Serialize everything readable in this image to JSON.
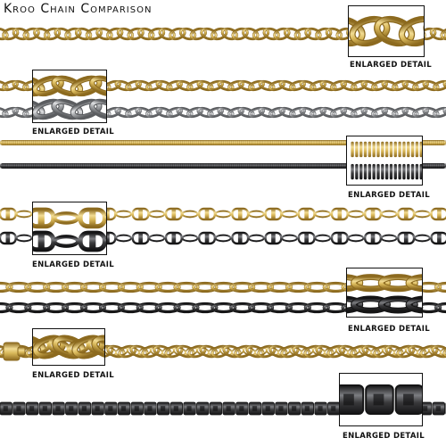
{
  "title": "Kroo Chain Comparison",
  "detail_label": "ENLARGED DETAIL",
  "colors": {
    "gold": "#d9b85a",
    "gold_light": "#f2dc93",
    "gold_dark": "#8c6a1f",
    "silver": "#a7a9ac",
    "silver_light": "#e1e2e4",
    "silver_dark": "#5b5d60",
    "gunmetal": "#3a3a3c",
    "gunmetal_light": "#7d7e82",
    "gunmetal_dark": "#141415"
  },
  "chains": [
    {
      "id": "wheat-gold",
      "style": "wheat",
      "finish": "gold"
    },
    {
      "id": "curb-gold",
      "style": "curb",
      "finish": "gold"
    },
    {
      "id": "curb-silver",
      "style": "curb",
      "finish": "silver"
    },
    {
      "id": "snake-gold",
      "style": "snake",
      "finish": "gold"
    },
    {
      "id": "snake-gunmetal",
      "style": "snake",
      "finish": "gunmetal"
    },
    {
      "id": "bar-gold",
      "style": "bar",
      "finish": "gold"
    },
    {
      "id": "bar-gunmetal",
      "style": "bar",
      "finish": "gunmetal"
    },
    {
      "id": "flat-curb-gold",
      "style": "flatcurb",
      "finish": "gold"
    },
    {
      "id": "flat-curb-gunmetal",
      "style": "flatcurb",
      "finish": "gunmetal"
    },
    {
      "id": "double-curb-gold",
      "style": "doublecurb",
      "finish": "gold"
    },
    {
      "id": "box-gunmetal",
      "style": "box",
      "finish": "gunmetal"
    }
  ]
}
